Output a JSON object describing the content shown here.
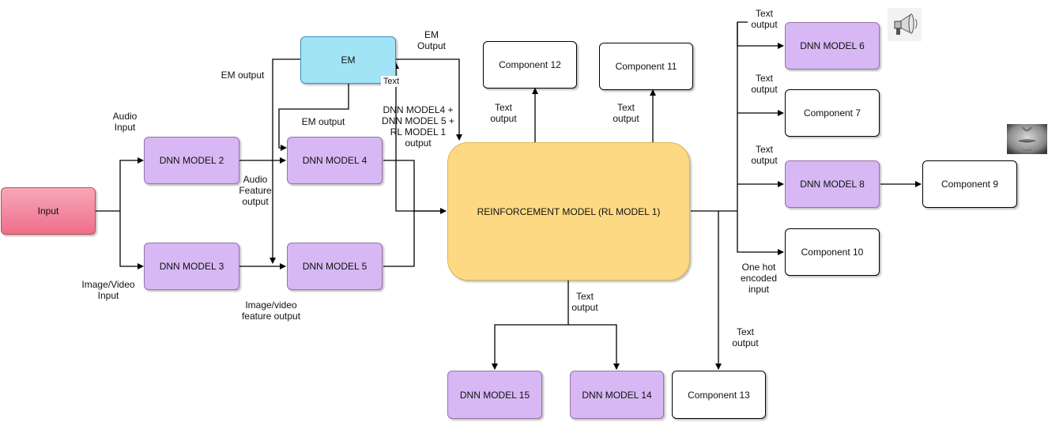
{
  "nodes": {
    "input": "Input",
    "em": "EM",
    "dnn2": "DNN MODEL 2",
    "dnn3": "DNN MODEL 3",
    "dnn4": "DNN MODEL 4",
    "dnn5": "DNN MODEL 5",
    "rl": "REINFORCEMENT MODEL (RL MODEL 1)",
    "c12": "Component 12",
    "c11": "Component 11",
    "dnn6": "DNN MODEL 6",
    "c7": "Component 7",
    "dnn8": "DNN MODEL 8",
    "c9": "Component 9",
    "c10": "Component 10",
    "dnn15": "DNN MODEL 15",
    "dnn14": "DNN MODEL 14",
    "c13": "Component 13"
  },
  "labels": {
    "audio_input": "Audio\nInput",
    "image_video_input": "Image/Video\nInput",
    "em_output_left": "EM output",
    "em_output_mid": "EM output",
    "em_output_top": "EM\nOutput",
    "text_small": "Text",
    "dnn_combo_output": "DNN MODEL4 +\nDNN MODEL 5 +\nRL MODEL 1\noutput",
    "audio_feature_output": "Audio\nFeature\noutput",
    "image_video_feature_output": "Image/video\nfeature output",
    "text_output_c12": "Text\noutput",
    "text_output_c11": "Text\noutput",
    "text_output_dnn6": "Text\noutput",
    "text_output_c7": "Text\noutput",
    "text_output_dnn8": "Text\noutput",
    "one_hot": "One hot\nencoded\ninput",
    "text_output_bottom": "Text\noutput",
    "text_output_c13": "Text\noutput"
  },
  "icons": {
    "speaker": "megaphone-icon",
    "face": "face-icon"
  }
}
